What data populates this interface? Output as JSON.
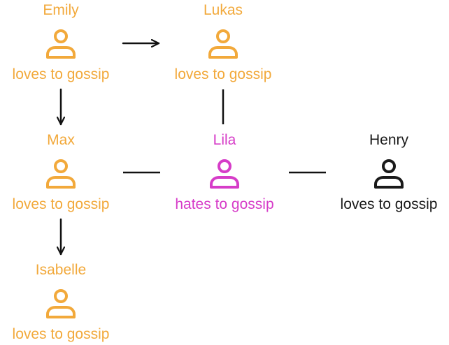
{
  "colors": {
    "gossiper": "#f2a93b",
    "non_gossiper": "#d63cc8",
    "neutral": "#1a1a1a",
    "connector": "#111111"
  },
  "people": {
    "emily": {
      "name": "Emily",
      "status": "loves to gossip",
      "icon": "person-icon"
    },
    "lukas": {
      "name": "Lukas",
      "status": "loves to gossip",
      "icon": "person-icon"
    },
    "max": {
      "name": "Max",
      "status": "loves to gossip",
      "icon": "person-icon"
    },
    "lila": {
      "name": "Lila",
      "status": "hates to gossip",
      "icon": "person-icon"
    },
    "henry": {
      "name": "Henry",
      "status": "loves to gossip",
      "icon": "person-icon"
    },
    "isabelle": {
      "name": "Isabelle",
      "status": "loves to gossip",
      "icon": "person-icon"
    }
  },
  "connections": [
    {
      "from": "Emily",
      "to": "Lukas",
      "kind": "arrow"
    },
    {
      "from": "Emily",
      "to": "Max",
      "kind": "arrow"
    },
    {
      "from": "Max",
      "to": "Isabelle",
      "kind": "arrow"
    },
    {
      "from": "Lukas",
      "to": "Lila",
      "kind": "line"
    },
    {
      "from": "Max",
      "to": "Lila",
      "kind": "line"
    },
    {
      "from": "Lila",
      "to": "Henry",
      "kind": "line"
    }
  ]
}
